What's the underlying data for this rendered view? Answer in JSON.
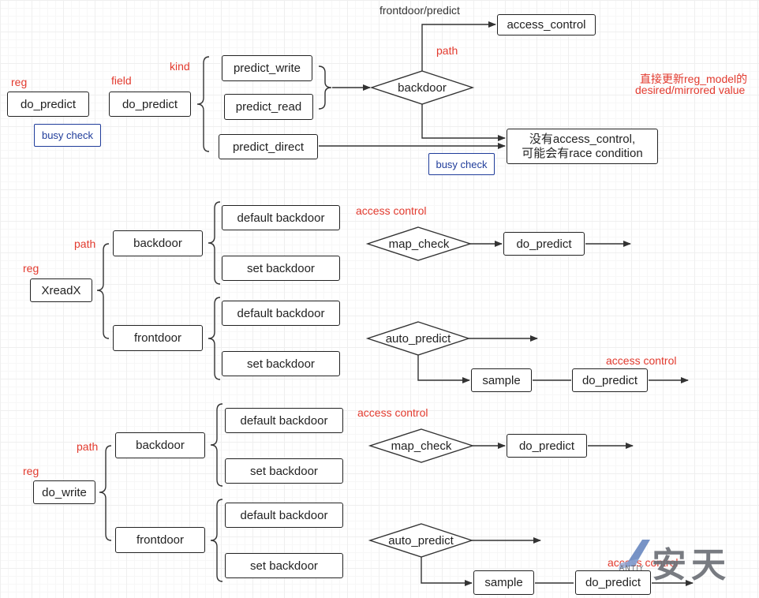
{
  "top": {
    "frontdoor_predict": "frontdoor/predict",
    "access_control": "access_control",
    "path": "path",
    "kind": "kind",
    "reg": "reg",
    "field": "field",
    "reg_box": "do_predict",
    "field_box": "do_predict",
    "busy_check_1": "busy check",
    "busy_check_2": "busy check",
    "predict_write": "predict_write",
    "predict_read": "predict_read",
    "predict_direct": "predict_direct",
    "backdoor": "backdoor",
    "note_line1": "没有access_control,",
    "note_line2": "可能会有race condition",
    "side_note_line1": "直接更新reg_model的",
    "side_note_line2": "desired/mirrored value"
  },
  "mid": {
    "reg": "reg",
    "path": "path",
    "reg_box": "XreadX",
    "backdoor": "backdoor",
    "frontdoor": "frontdoor",
    "default_backdoor_1": "default backdoor",
    "set_backdoor_1": "set backdoor",
    "default_backdoor_2": "default backdoor",
    "set_backdoor_2": "set backdoor",
    "access_control_1": "access control",
    "access_control_2": "access control",
    "map_check": "map_check",
    "do_predict_1": "do_predict",
    "auto_predict": "auto_predict",
    "sample": "sample",
    "do_predict_2": "do_predict"
  },
  "bot": {
    "reg": "reg",
    "path": "path",
    "reg_box": "do_write",
    "backdoor": "backdoor",
    "frontdoor": "frontdoor",
    "default_backdoor_1": "default backdoor",
    "set_backdoor_1": "set backdoor",
    "default_backdoor_2": "default backdoor",
    "set_backdoor_2": "set backdoor",
    "access_control_1": "access control",
    "access_control_2": "access control",
    "map_check": "map_check",
    "do_predict_1": "do_predict",
    "auto_predict": "auto_predict",
    "sample": "sample",
    "do_predict_2": "do_predict"
  },
  "watermark": {
    "text": "安天",
    "sub": "ANTIY"
  },
  "colors": {
    "line": "#333333",
    "label_red": "#e23a2e",
    "busy_blue": "#1f3c9a"
  }
}
